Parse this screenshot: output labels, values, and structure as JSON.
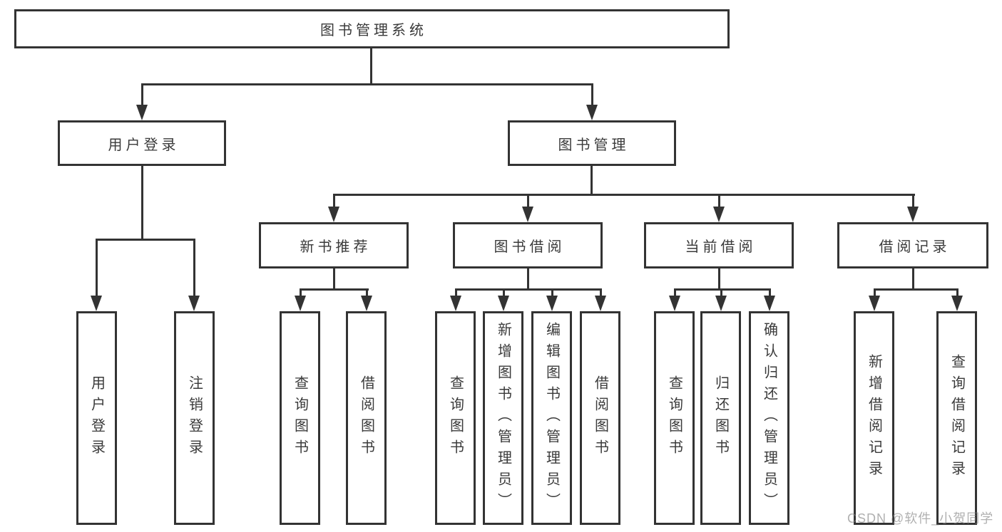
{
  "diagram_type": "hierarchy-org-chart",
  "colors": {
    "line": "#333333",
    "text": "#3a3a3a",
    "background": "#ffffff",
    "watermark": "#9a9a9a"
  },
  "tree": {
    "label": "图书管理系统",
    "children": [
      {
        "label": "用户登录",
        "children": [
          {
            "label": "用户登录"
          },
          {
            "label": "注销登录"
          }
        ]
      },
      {
        "label": "图书管理",
        "children": [
          {
            "label": "新书推荐",
            "children": [
              {
                "label": "查询图书"
              },
              {
                "label": "借阅图书"
              }
            ]
          },
          {
            "label": "图书借阅",
            "children": [
              {
                "label": "查询图书"
              },
              {
                "label": "新增图书（管理员）"
              },
              {
                "label": "编辑图书（管理员）"
              },
              {
                "label": "借阅图书"
              }
            ]
          },
          {
            "label": "当前借阅",
            "children": [
              {
                "label": "查询图书"
              },
              {
                "label": "归还图书"
              },
              {
                "label": "确认归还（管理员）"
              }
            ]
          },
          {
            "label": "借阅记录",
            "children": [
              {
                "label": "新增借阅记录"
              },
              {
                "label": "查询借阅记录"
              }
            ]
          }
        ]
      }
    ]
  },
  "watermark": {
    "text": "CSDN @软件_小贺同学"
  }
}
